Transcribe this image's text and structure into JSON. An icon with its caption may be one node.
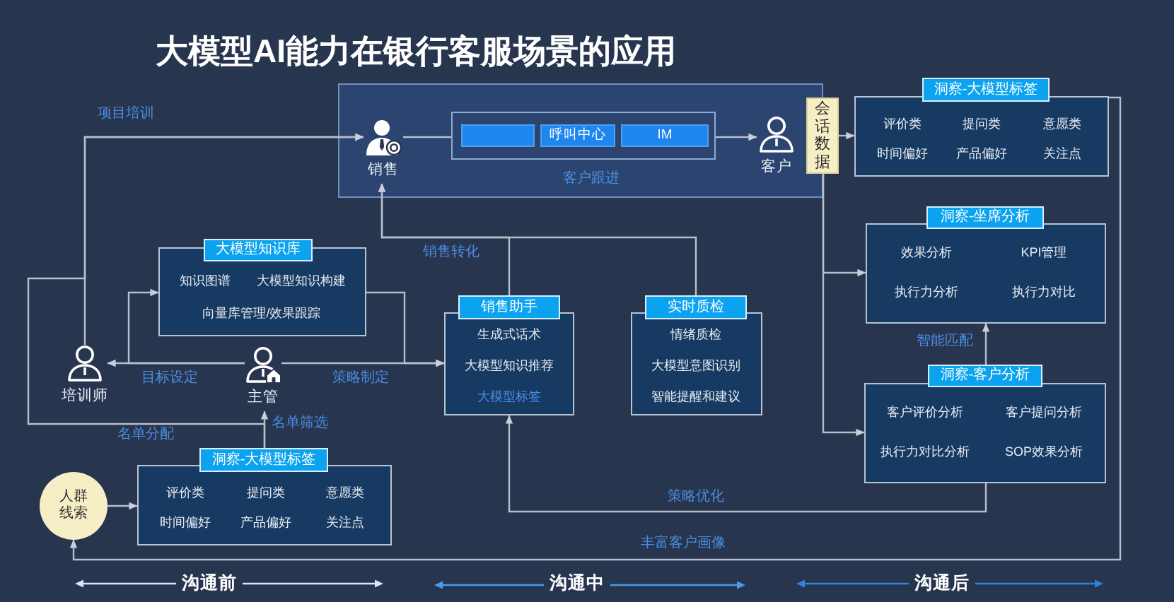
{
  "diagram": {
    "title": "大模型AI能力在银行客服场景的应用",
    "nodes": [
      {
        "text": [
          "客户跟进"
        ]
      },
      {
        "text": [
          "销售"
        ],
        "in": 0
      },
      {
        "text": [],
        "shape": "box",
        "in": 0
      },
      {
        "text": [],
        "shape": "box",
        "in": 2
      },
      {
        "text": [
          "呼叫中心"
        ],
        "in": 2
      },
      {
        "text": [
          "IM"
        ],
        "in": 2
      },
      {
        "text": [
          "客户"
        ],
        "in": 0
      },
      {
        "text": [
          "会话数据"
        ]
      },
      {
        "text": [
          "洞察-大模型标签",
          "评价类",
          "提问类",
          "意愿类",
          "时间偏好",
          "产品偏好",
          "关注点"
        ]
      },
      {
        "text": [
          "洞察-坐席分析",
          "效果分析",
          "KPI管理",
          "执行力分析",
          "执行力对比"
        ]
      },
      {
        "text": [
          "大模型知识库",
          "知识图谱",
          "大模型知识构建",
          "向量库管理/效果跟踪"
        ]
      },
      {
        "text": [
          "销售助手",
          "生成式话术",
          "大模型知识推荐",
          "大模型标签"
        ]
      },
      {
        "text": [
          "实时质检",
          "情绪质检",
          "大模型意图识别",
          "智能提醒和建议"
        ]
      },
      {
        "text": [
          "培训师"
        ]
      },
      {
        "text": [
          "主管"
        ]
      },
      {
        "text": [
          "洞察-客户分析",
          "客户评价分析",
          "客户提问分析",
          "执行力对比分析",
          "SOP效果分析"
        ]
      },
      {
        "text": [
          "人群线索"
        ]
      },
      {
        "text": [
          "洞察-大模型标签",
          "评价类",
          "提问类",
          "意愿类",
          "时间偏好",
          "产品偏好",
          "关注点"
        ]
      }
    ],
    "edges": [
      {
        "from": 1,
        "to": 2,
        "arrow": "none"
      },
      {
        "from": 2,
        "to": 6,
        "arrow": "to"
      },
      {
        "from": 7,
        "to": 8,
        "arrow": "to"
      },
      {
        "from": 7,
        "to": 9,
        "arrow": "to"
      },
      {
        "from": 7,
        "to": 15,
        "arrow": "to"
      },
      {
        "from": 15,
        "to": 9,
        "arrow": "to",
        "label": "智能匹配"
      },
      {
        "from": 15,
        "to": 11,
        "arrow": "to",
        "label": "策略优化"
      },
      {
        "from": 8,
        "to": 16,
        "arrow": "to",
        "label": "丰富客户画像"
      },
      {
        "from": 16,
        "to": 17,
        "arrow": "to"
      },
      {
        "from": 17,
        "to": 14,
        "arrow": "to",
        "label": "名单筛选"
      },
      {
        "from": 17,
        "to": 1,
        "arrow": "to",
        "label": "名单分配"
      },
      {
        "from": 13,
        "to": 1,
        "arrow": "to",
        "label": "项目培训"
      },
      {
        "from": 14,
        "to": 13,
        "arrow": "to",
        "label": "目标设定"
      },
      {
        "from": 14,
        "to": 10,
        "arrow": "to"
      },
      {
        "from": 14,
        "to": 11,
        "arrow": "to",
        "label": "策略制定"
      },
      {
        "from": 10,
        "to": 11,
        "arrow": "to"
      },
      {
        "from": 11,
        "to": 1,
        "arrow": "to",
        "label": "销售转化"
      },
      {
        "from": 12,
        "to": 1,
        "arrow": "to"
      }
    ],
    "labels": [
      "沟通前",
      "沟通中",
      "沟通后"
    ]
  }
}
